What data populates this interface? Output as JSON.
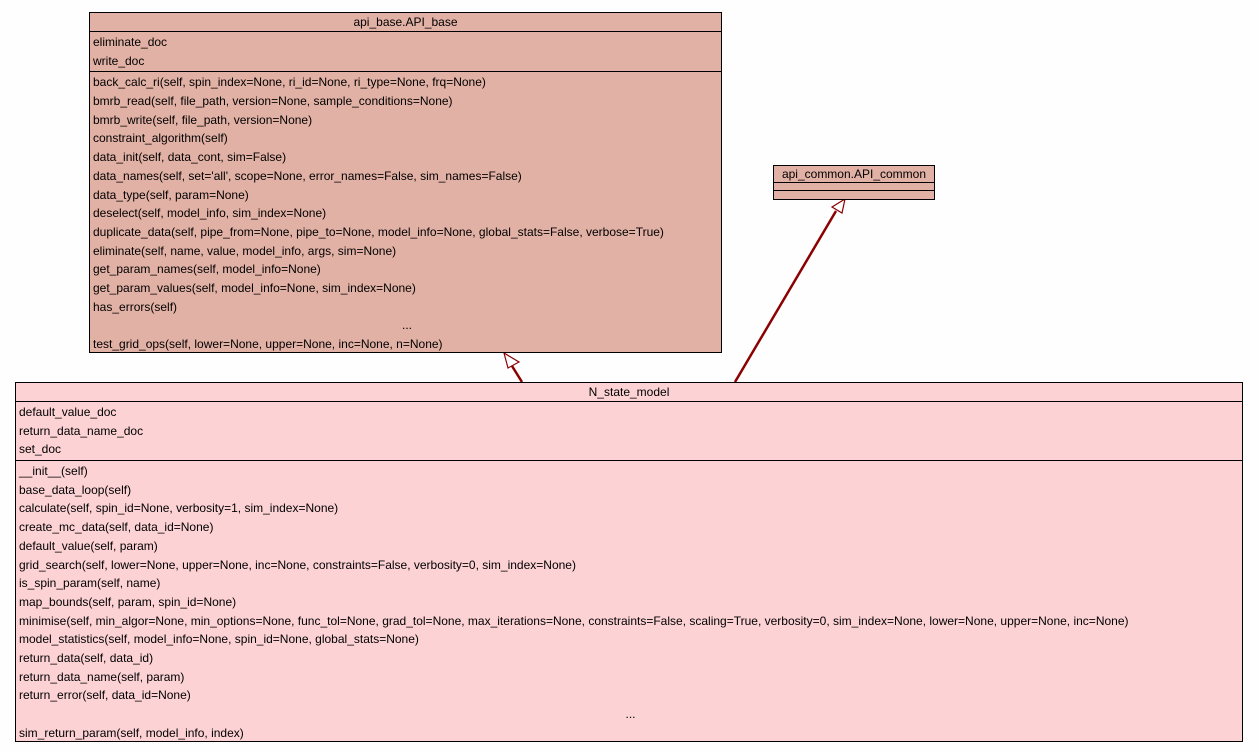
{
  "classes": {
    "api_base": {
      "name": "api_base.API_base",
      "attributes": [
        "eliminate_doc",
        "write_doc"
      ],
      "methods": [
        "back_calc_ri(self, spin_index=None, ri_id=None, ri_type=None, frq=None)",
        "bmrb_read(self, file_path, version=None, sample_conditions=None)",
        "bmrb_write(self, file_path, version=None)",
        "constraint_algorithm(self)",
        "data_init(self, data_cont, sim=False)",
        "data_names(self, set='all', scope=None, error_names=False, sim_names=False)",
        "data_type(self, param=None)",
        "deselect(self, model_info, sim_index=None)",
        "duplicate_data(self, pipe_from=None, pipe_to=None, model_info=None, global_stats=False, verbose=True)",
        "eliminate(self, name, value, model_info, args, sim=None)",
        "get_param_names(self, model_info=None)",
        "get_param_values(self, model_info=None, sim_index=None)",
        "has_errors(self)",
        "...",
        "test_grid_ops(self, lower=None, upper=None, inc=None, n=None)"
      ]
    },
    "api_common": {
      "name": "api_common.API_common"
    },
    "n_state_model": {
      "name": "N_state_model",
      "attributes": [
        "default_value_doc",
        "return_data_name_doc",
        "set_doc"
      ],
      "methods": [
        "__init__(self)",
        "base_data_loop(self)",
        "calculate(self, spin_id=None, verbosity=1, sim_index=None)",
        "create_mc_data(self, data_id=None)",
        "default_value(self, param)",
        "grid_search(self, lower=None, upper=None, inc=None, constraints=False, verbosity=0, sim_index=None)",
        "is_spin_param(self, name)",
        "map_bounds(self, param, spin_id=None)",
        "minimise(self, min_algor=None, min_options=None, func_tol=None, grad_tol=None, max_iterations=None, constraints=False, scaling=True, verbosity=0, sim_index=None, lower=None, upper=None, inc=None)",
        "model_statistics(self, model_info=None, spin_id=None, global_stats=None)",
        "return_data(self, data_id)",
        "return_data_name(self, param)",
        "return_error(self, data_id=None)",
        "...",
        "sim_return_param(self, model_info, index)"
      ]
    }
  },
  "colors": {
    "parent_fill": "#e2b1a5",
    "child_fill": "#fcd2d5",
    "edge": "#8b0000"
  }
}
